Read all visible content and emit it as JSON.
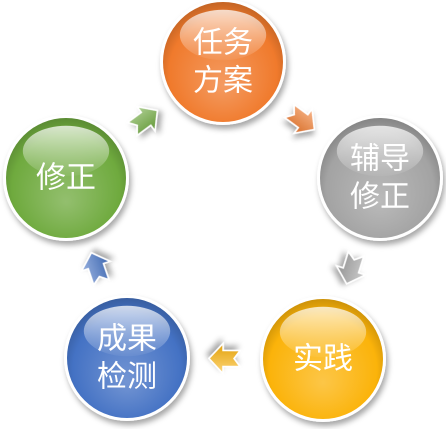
{
  "diagram": {
    "nodes": [
      {
        "id": "task-plan",
        "lines": [
          "任务",
          "方案"
        ],
        "color": "#f07a2c"
      },
      {
        "id": "guide-correct",
        "lines": [
          "辅导",
          "修正"
        ],
        "color": "#a3a3a3"
      },
      {
        "id": "practice",
        "lines": [
          "实践"
        ],
        "color": "#fbb30a"
      },
      {
        "id": "result-check",
        "lines": [
          "成果",
          "检测"
        ],
        "color": "#4472c4"
      },
      {
        "id": "correction",
        "lines": [
          "修正"
        ],
        "color": "#6faa3e"
      }
    ],
    "arrows": [
      {
        "from": "task-plan",
        "to": "guide-correct",
        "color": "#f07a2c"
      },
      {
        "from": "guide-correct",
        "to": "practice",
        "color": "#a3a3a3"
      },
      {
        "from": "practice",
        "to": "result-check",
        "color": "#fbb30a"
      },
      {
        "from": "result-check",
        "to": "correction",
        "color": "#4472c4"
      },
      {
        "from": "correction",
        "to": "task-plan",
        "color": "#6faa3e"
      }
    ]
  }
}
